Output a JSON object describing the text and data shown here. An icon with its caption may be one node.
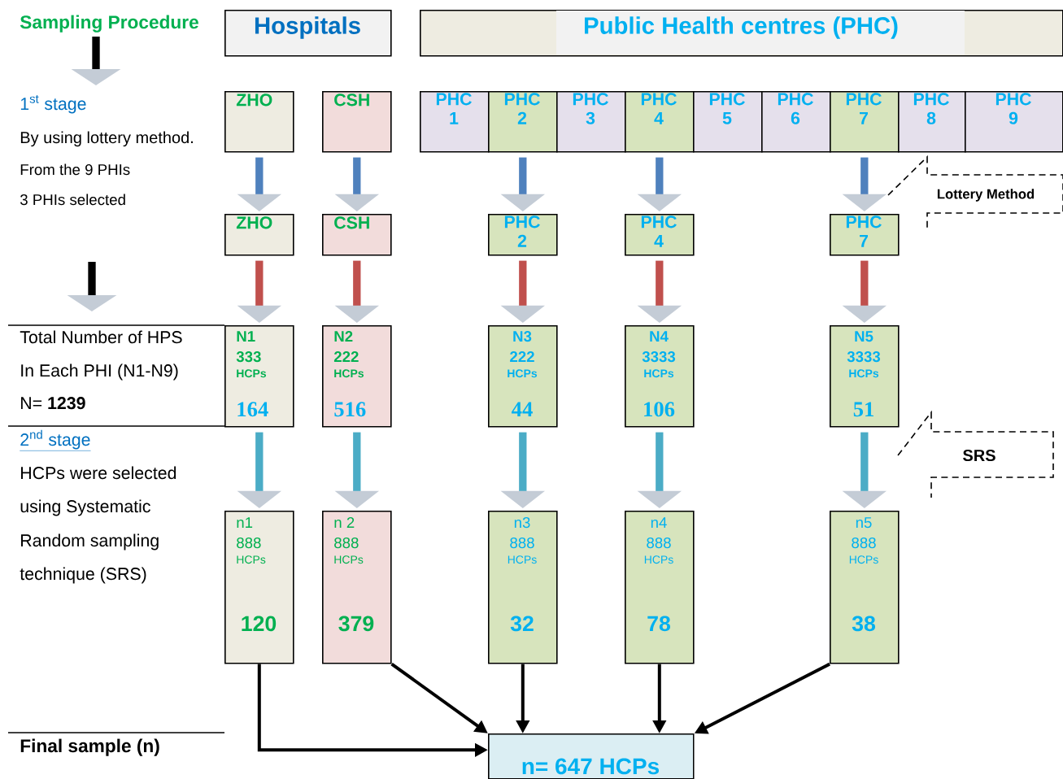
{
  "diagram": {
    "nodes": [
      {
        "text": [
          "Hospitals"
        ]
      },
      {
        "text": [
          "Public Health centres (PHC)"
        ]
      },
      {
        "text": [
          "ZHO"
        ]
      },
      {
        "text": [
          "CSH"
        ]
      },
      {
        "text": [
          "PHC 1"
        ]
      },
      {
        "text": [
          "PHC 2"
        ]
      },
      {
        "text": [
          "PHC 3"
        ]
      },
      {
        "text": [
          "PHC 4"
        ]
      },
      {
        "text": [
          "PHC 5"
        ]
      },
      {
        "text": [
          "PHC 6"
        ]
      },
      {
        "text": [
          "PHC 7"
        ]
      },
      {
        "text": [
          "PHC 8"
        ]
      },
      {
        "text": [
          "PHC 9"
        ]
      },
      {
        "text": [
          "ZHO"
        ]
      },
      {
        "text": [
          "CSH"
        ]
      },
      {
        "text": [
          "PHC 2"
        ]
      },
      {
        "text": [
          "PHC 4"
        ]
      },
      {
        "text": [
          "PHC 7"
        ]
      },
      {
        "text": [
          "N1",
          "333",
          "HCPs",
          "164"
        ]
      },
      {
        "text": [
          "N2",
          "222",
          "HCPs",
          "516"
        ]
      },
      {
        "text": [
          "N3",
          "222",
          "HCPs",
          "44"
        ]
      },
      {
        "text": [
          "N4",
          "3333",
          "HCPs",
          "106"
        ]
      },
      {
        "text": [
          "N5",
          "3333",
          "HCPs",
          "51"
        ]
      },
      {
        "text": [
          "n1",
          "888",
          "HCPs",
          "120"
        ]
      },
      {
        "text": [
          "n 2",
          "888",
          "HCPs",
          "379"
        ]
      },
      {
        "text": [
          "n3",
          "888",
          "HCPs",
          "32"
        ]
      },
      {
        "text": [
          "n4",
          "888",
          "HCPs",
          "78"
        ]
      },
      {
        "text": [
          "n5",
          "888",
          "HCPs",
          "38"
        ]
      },
      {
        "text": [
          "n= 647 HCPs"
        ]
      },
      {
        "text": [
          "Lottery Method"
        ]
      },
      {
        "text": [
          "SRS"
        ]
      }
    ],
    "edges": [
      {
        "from": 2,
        "to": 13,
        "arrow": "to",
        "color": "#4f81bd"
      },
      {
        "from": 3,
        "to": 14,
        "arrow": "to",
        "color": "#4f81bd"
      },
      {
        "from": 5,
        "to": 15,
        "arrow": "to",
        "color": "#4f81bd"
      },
      {
        "from": 7,
        "to": 16,
        "arrow": "to",
        "color": "#4f81bd"
      },
      {
        "from": 10,
        "to": 17,
        "arrow": "to",
        "color": "#4f81bd"
      },
      {
        "from": 13,
        "to": 18,
        "arrow": "to",
        "color": "#c0504d"
      },
      {
        "from": 14,
        "to": 19,
        "arrow": "to",
        "color": "#c0504d"
      },
      {
        "from": 15,
        "to": 20,
        "arrow": "to",
        "color": "#c0504d"
      },
      {
        "from": 16,
        "to": 21,
        "arrow": "to",
        "color": "#c0504d"
      },
      {
        "from": 17,
        "to": 22,
        "arrow": "to",
        "color": "#c0504d"
      },
      {
        "from": 18,
        "to": 23,
        "arrow": "to",
        "color": "#4bacc6"
      },
      {
        "from": 19,
        "to": 24,
        "arrow": "to",
        "color": "#4bacc6"
      },
      {
        "from": 20,
        "to": 25,
        "arrow": "to",
        "color": "#4bacc6"
      },
      {
        "from": 21,
        "to": 26,
        "arrow": "to",
        "color": "#4bacc6"
      },
      {
        "from": 22,
        "to": 27,
        "arrow": "to",
        "color": "#4bacc6"
      },
      {
        "from": 23,
        "to": 28,
        "arrow": "to",
        "color": "#000000"
      },
      {
        "from": 24,
        "to": 28,
        "arrow": "to",
        "color": "#000000"
      },
      {
        "from": 25,
        "to": 28,
        "arrow": "to",
        "color": "#000000"
      },
      {
        "from": 26,
        "to": 28,
        "arrow": "to",
        "color": "#000000"
      },
      {
        "from": 27,
        "to": 28,
        "arrow": "to",
        "color": "#000000"
      }
    ],
    "labels": [
      "Sampling Procedure",
      "1$^{st}$ stage",
      "By using lottery method.",
      "From the 9 PHIs",
      "3 PHIs selected",
      "Total Number of HPS",
      "In Each PHI (N1-N9)",
      "N= **1239**",
      "2$^{nd}$ stage",
      "HCPs were selected",
      "using Systematic",
      "Random sampling",
      "technique (SRS)",
      "Final sample (n)"
    ]
  }
}
